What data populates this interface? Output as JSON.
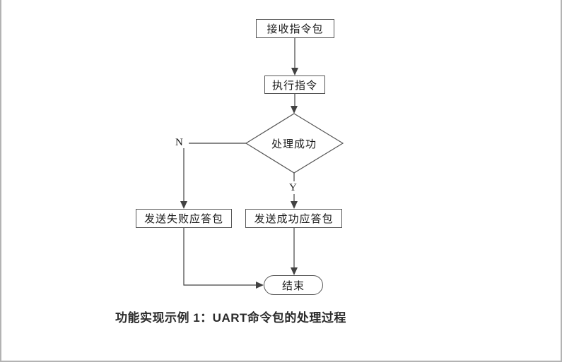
{
  "page": {
    "background": "#ffffff",
    "border_color": "#b3b3b3"
  },
  "flowchart": {
    "line_color": "#424242",
    "node_border_color": "#565656",
    "text_color": "#1a1a1a",
    "nodes": {
      "receive": {
        "type": "process",
        "label": "接收指令包"
      },
      "execute": {
        "type": "process",
        "label": "执行指令"
      },
      "decision": {
        "type": "decision",
        "label": "处理成功"
      },
      "send_fail": {
        "type": "process",
        "label": "发送失败应答包"
      },
      "send_success": {
        "type": "process",
        "label": "发送成功应答包"
      },
      "end": {
        "type": "terminator",
        "label": "结束"
      }
    },
    "branch_labels": {
      "no": "N",
      "yes": "Y"
    }
  },
  "caption": {
    "text": "功能实现示例 1：UART命令包的处理过程"
  }
}
